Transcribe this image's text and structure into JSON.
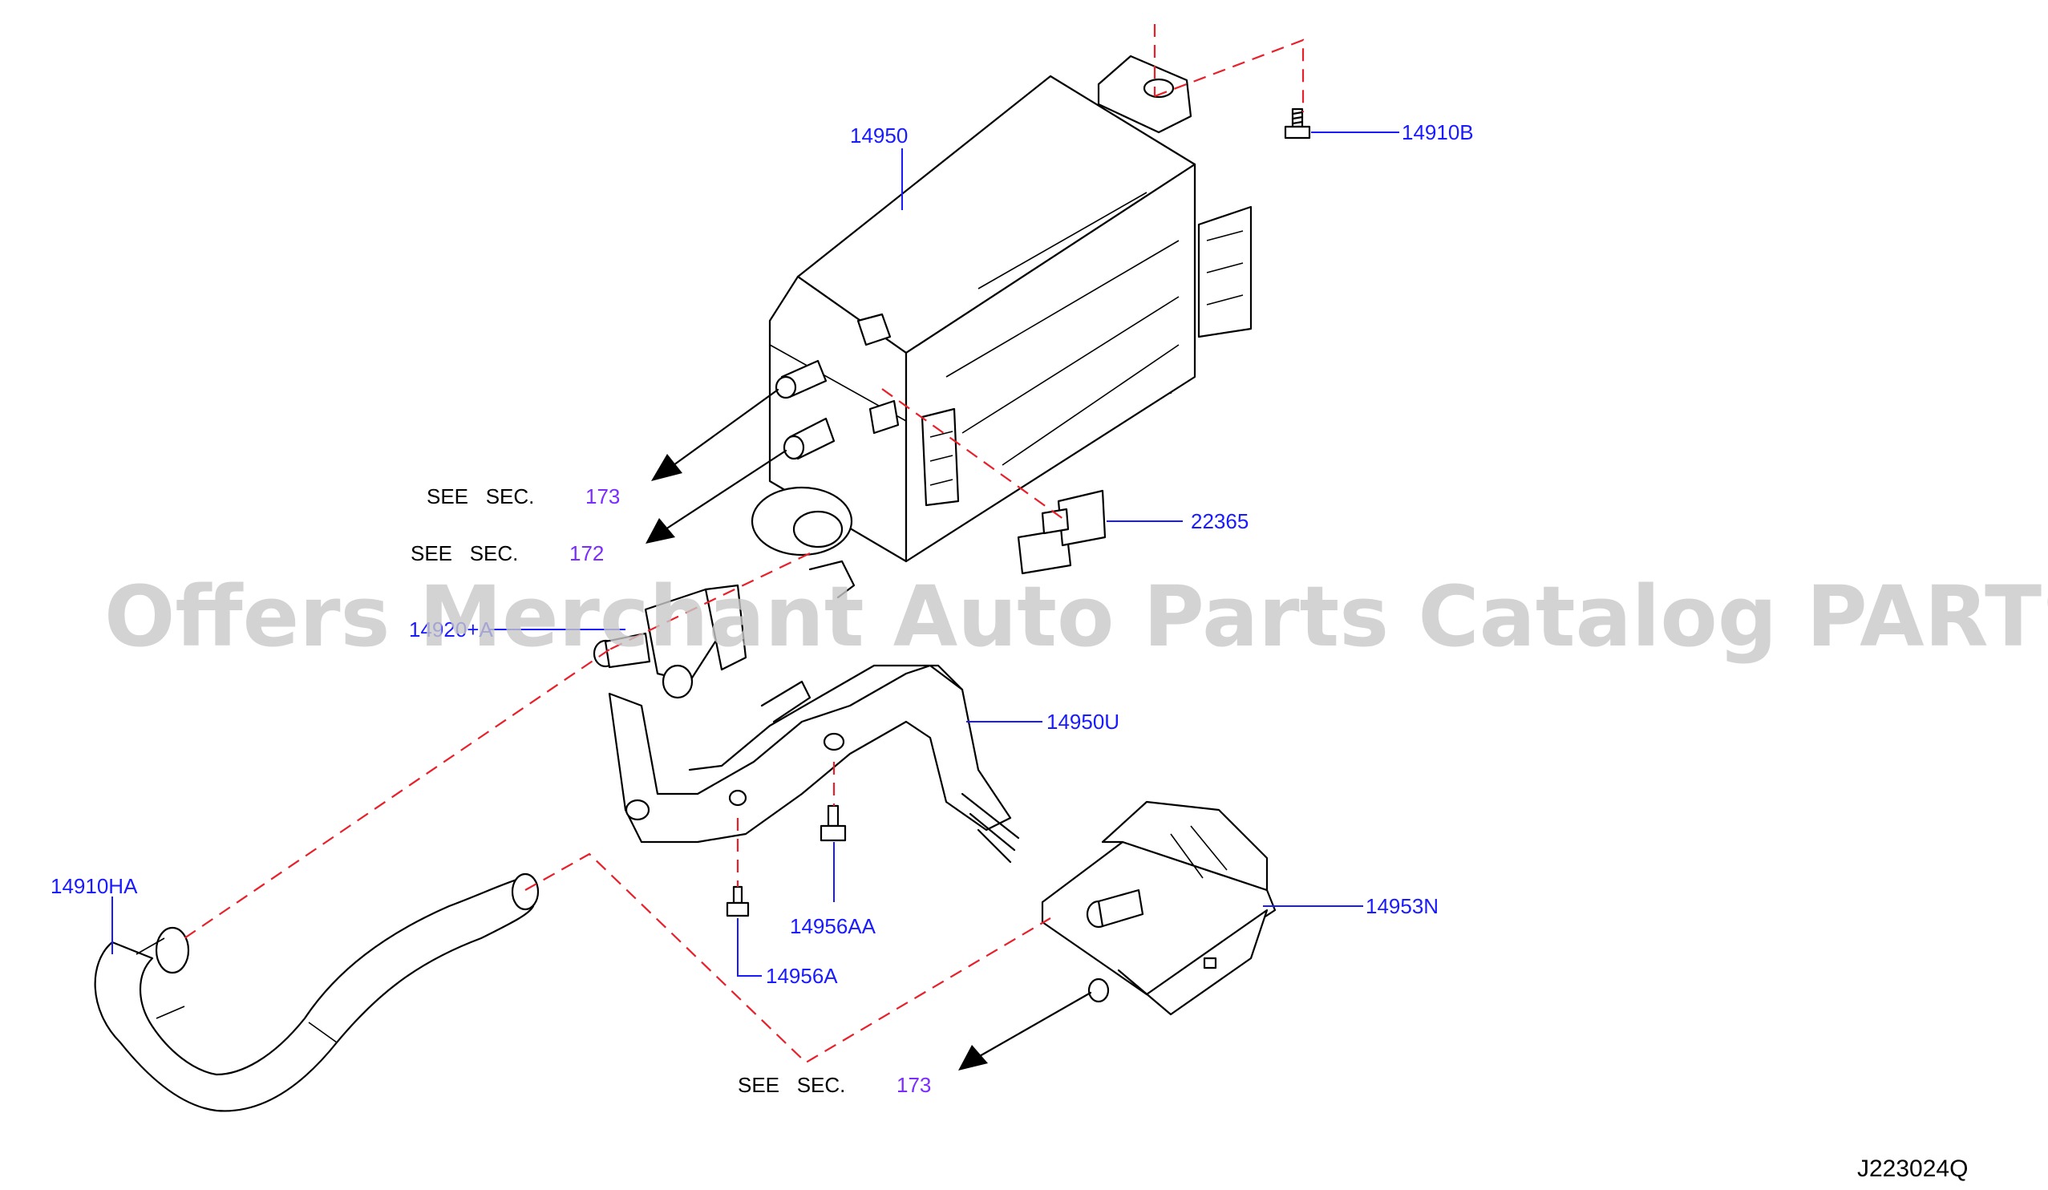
{
  "watermark": "Offers Merchant Auto Parts Catalog PARTSTORE.SA",
  "diagram_code": "J223024Q",
  "callouts": {
    "canister": "14950",
    "bolt_top": "14910B",
    "valve": "22365",
    "connector": "14920+A",
    "bracket": "14950U",
    "hose": "14910HA",
    "bolt_a": "14956A",
    "bolt_aa": "14956AA",
    "filter": "14953N"
  },
  "section_refs": [
    {
      "label": "SEE   SEC.",
      "number": "173"
    },
    {
      "label": "SEE   SEC.",
      "number": "172"
    },
    {
      "label": "SEE   SEC.",
      "number": "173"
    }
  ]
}
